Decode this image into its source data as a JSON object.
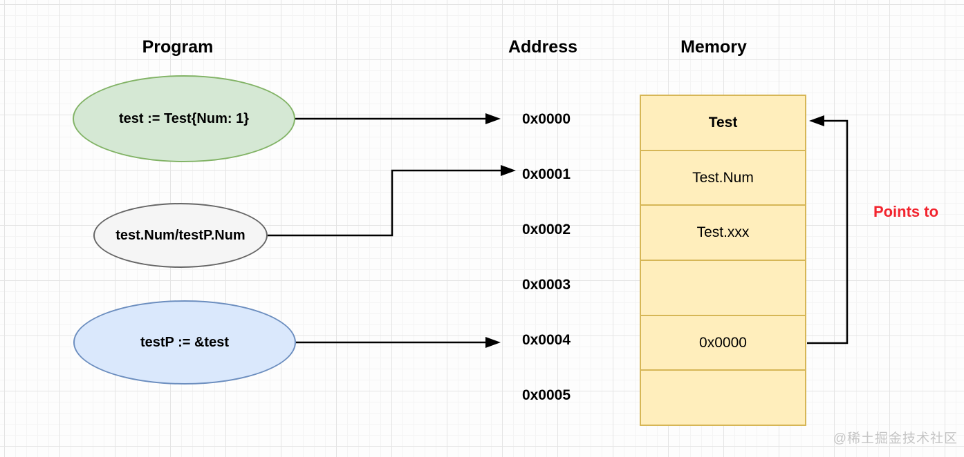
{
  "headers": {
    "program": "Program",
    "address": "Address",
    "memory": "Memory"
  },
  "program": {
    "nodes": [
      {
        "label": "test := Test{Num: 1}",
        "fill": "#d5e8d4",
        "stroke": "#82b366"
      },
      {
        "label": "test.Num/testP.Num",
        "fill": "#f5f5f5",
        "stroke": "#666666"
      },
      {
        "label": "testP := &test",
        "fill": "#dae8fc",
        "stroke": "#6c8ebf"
      }
    ]
  },
  "addresses": [
    "0x0000",
    "0x0001",
    "0x0002",
    "0x0003",
    "0x0004",
    "0x0005"
  ],
  "memory": {
    "rows": [
      "Test",
      "Test.Num",
      "Test.xxx",
      "",
      "0x0000",
      ""
    ],
    "fill": "#ffeebc",
    "stroke": "#d6b656"
  },
  "annotations": {
    "points_to": "Points to",
    "points_to_color": "#f2242e"
  },
  "arrows": {
    "color": "#000000",
    "links": [
      "test -> 0x0000",
      "test.Num/testP.Num -> 0x0001",
      "testP -> 0x0004",
      "memory 0x0000 cell -> memory Test cell"
    ]
  },
  "watermark": "@稀土掘金技术社区"
}
